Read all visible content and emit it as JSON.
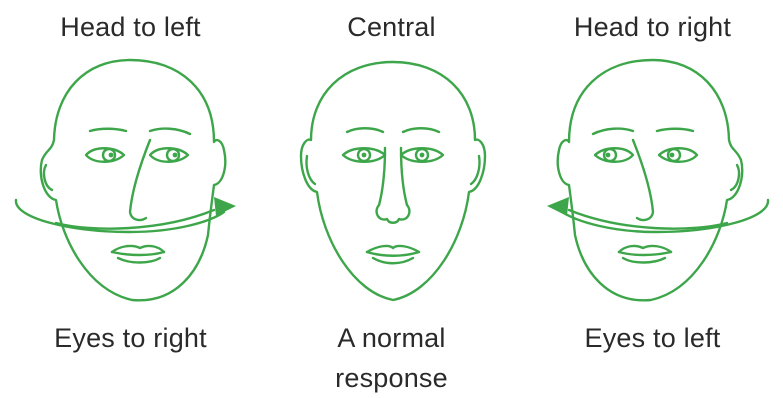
{
  "colors": {
    "line": "#3ea64a",
    "text": "#2a2a2a",
    "background": "#ffffff"
  },
  "panels": [
    {
      "heading": "Head to left",
      "caption_lines": [
        "Eyes to right"
      ],
      "arrow_direction": "right"
    },
    {
      "heading": "Central",
      "caption_lines": [
        "A normal",
        "response"
      ],
      "arrow_direction": "none"
    },
    {
      "heading": "Head to right",
      "caption_lines": [
        "Eyes to left"
      ],
      "arrow_direction": "left"
    }
  ]
}
